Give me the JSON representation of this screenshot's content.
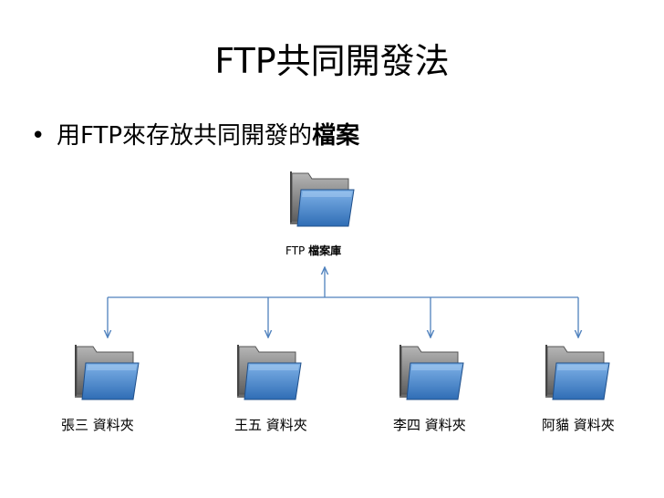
{
  "slide": {
    "title": "FTP共同開發法",
    "bullet": {
      "prefix": "用FTP來存放共同開發的",
      "emphasis": "檔案"
    }
  },
  "diagram": {
    "root": {
      "label_prefix": "FTP ",
      "label_bold": "檔案庫"
    },
    "children": [
      {
        "label": "張三 資料夾"
      },
      {
        "label": "王五 資料夾"
      },
      {
        "label": "李四 資料夾"
      },
      {
        "label": "阿貓 資料夾"
      }
    ],
    "colors": {
      "connector": "#4f81bd",
      "folder_front": "#4a86c8",
      "folder_back": "#8c8c8c"
    }
  }
}
